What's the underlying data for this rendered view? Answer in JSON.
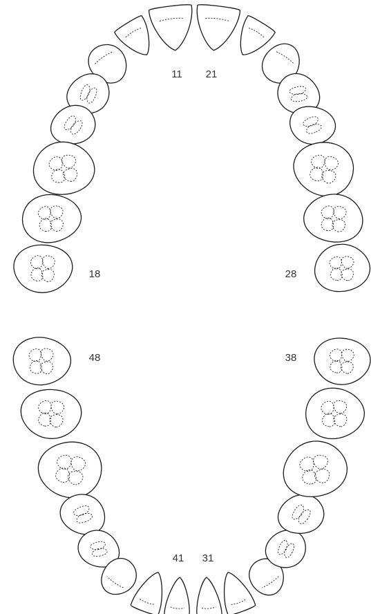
{
  "labels": {
    "upper_right_central": "11",
    "upper_left_central": "21",
    "upper_right_third_molar": "18",
    "upper_left_third_molar": "28",
    "lower_right_third_molar": "48",
    "lower_left_third_molar": "38",
    "lower_right_central": "41",
    "lower_left_central": "31"
  },
  "colors": {
    "outline": "#1a1a1a",
    "label": "#333333",
    "background": "#ffffff"
  }
}
